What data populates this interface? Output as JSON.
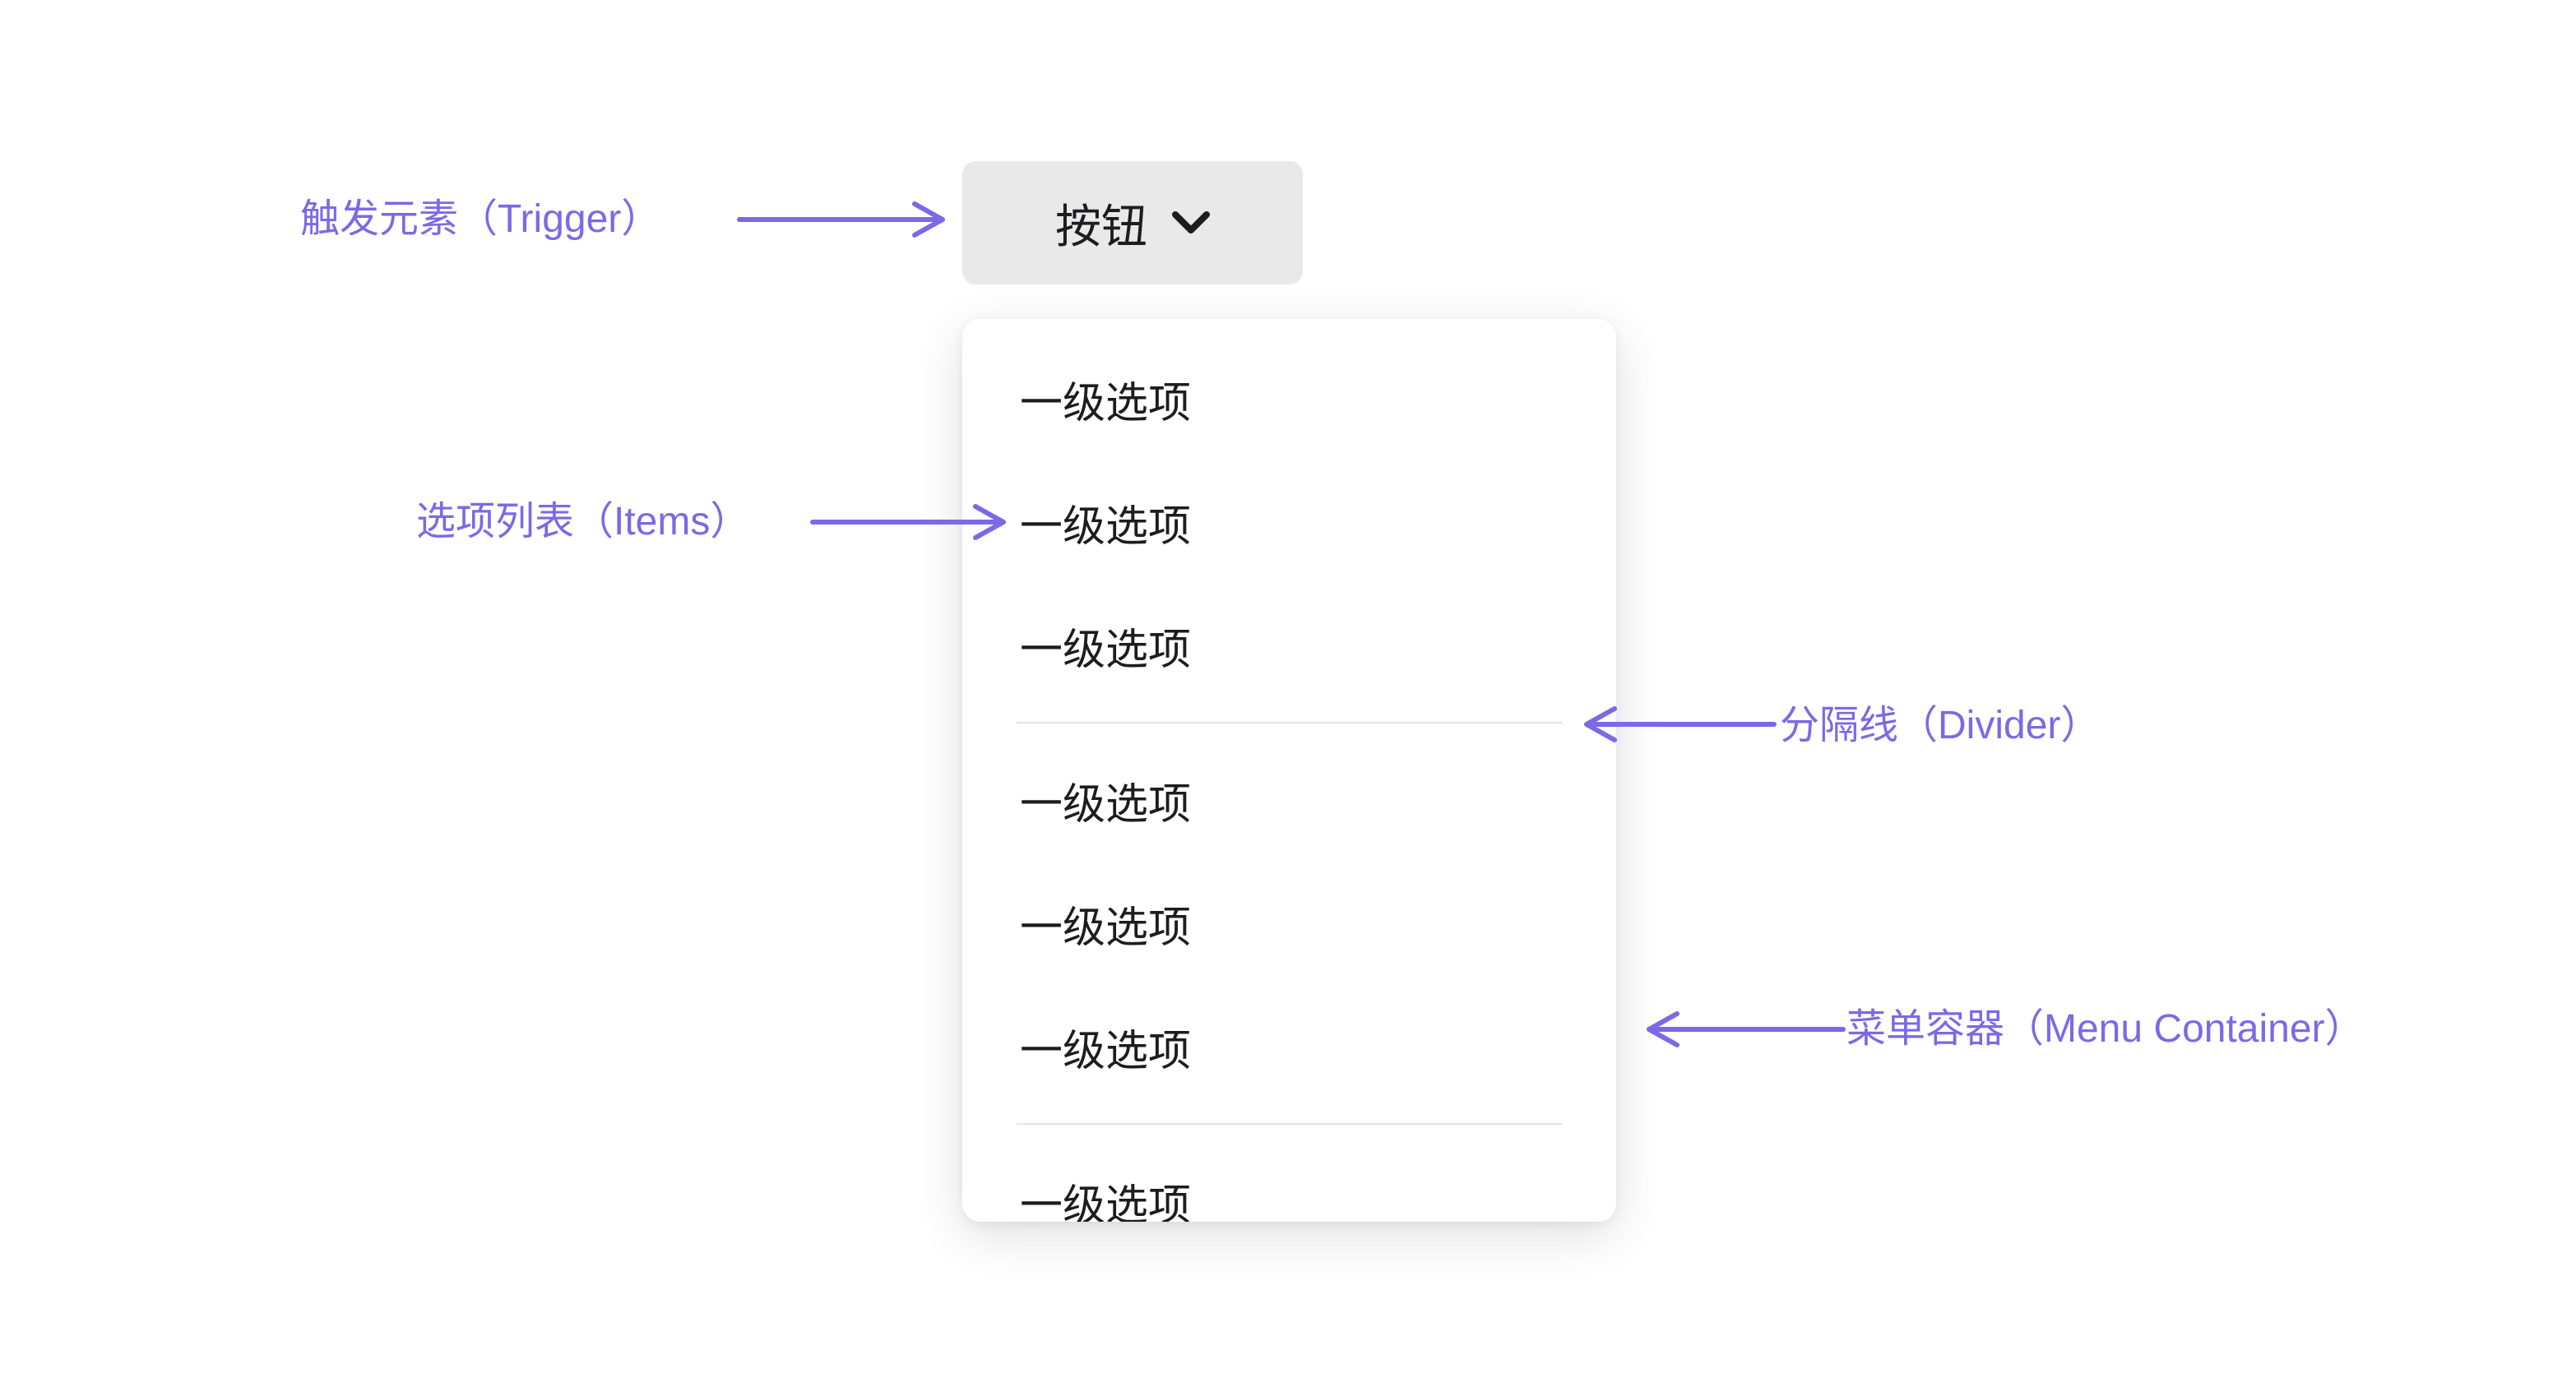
{
  "colors": {
    "accent": "#7A6AE6",
    "text": "#1D1D1F",
    "button_bg": "#E9E9EA",
    "menu_bg": "#FFFFFF",
    "divider": "#E3E3E3",
    "page_bg": "#FFFFFF"
  },
  "trigger": {
    "label": "按钮",
    "icon": "chevron-down-icon"
  },
  "menu": {
    "items": [
      "一级选项",
      "一级选项",
      "一级选项",
      "一级选项",
      "一级选项",
      "一级选项",
      "一级选项"
    ]
  },
  "annotations": {
    "trigger": {
      "label": "触发元素（Trigger）"
    },
    "items": {
      "label": "选项列表（Items）"
    },
    "divider": {
      "label": "分隔线（Divider）"
    },
    "container": {
      "label": "菜单容器（Menu Container）"
    }
  }
}
